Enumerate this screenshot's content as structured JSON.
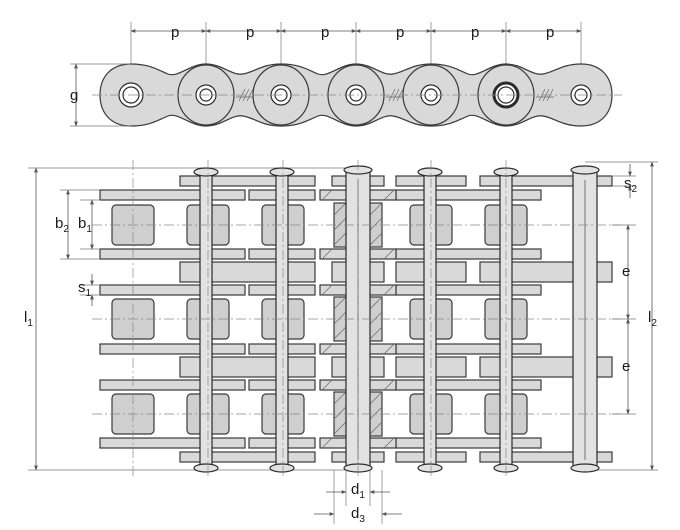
{
  "labels": {
    "pitch": "p",
    "height": "g",
    "inner_width": "b",
    "inner_width_sub": "1",
    "outer_width": "b",
    "outer_width_sub": "2",
    "plate_thickness_inner": "s",
    "plate_thickness_inner_sub": "1",
    "plate_thickness_outer": "s",
    "plate_thickness_outer_sub": "2",
    "transverse_pitch": "e",
    "length_pin_riveted": "l",
    "length_pin_riveted_sub": "1",
    "length_pin_cotter": "l",
    "length_pin_cotter_sub": "2",
    "pin_diameter": "d",
    "pin_diameter_sub": "1",
    "bushing_diameter": "d",
    "bushing_diameter_sub": "3"
  }
}
